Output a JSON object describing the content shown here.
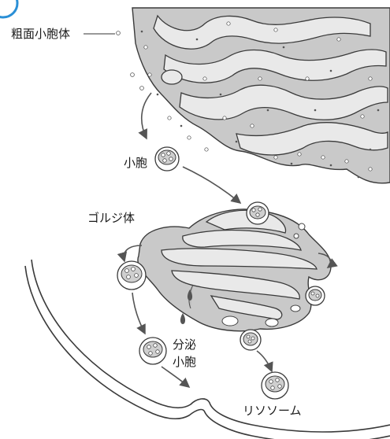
{
  "labels": {
    "rough_er": "粗面小胞体",
    "vesicle": "小胞",
    "golgi": "ゴルジ体",
    "secretory_line1": "分泌",
    "secretory_line2": "小胞",
    "lysosome": "リソソーム"
  },
  "colors": {
    "outline": "#3a3a3a",
    "fill_gray": "#c9c9c9",
    "cistern_light": "#e9e9e9",
    "page_number_badge": "#2a8fd6"
  }
}
